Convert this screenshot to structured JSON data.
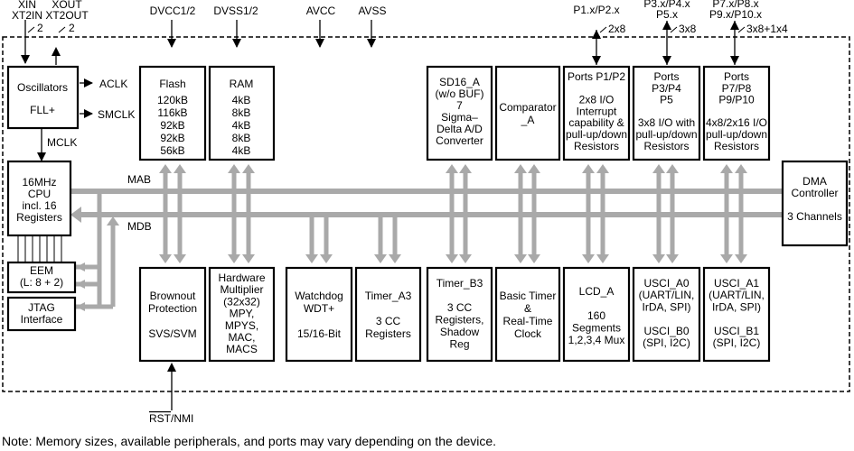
{
  "top_pins": {
    "xin": "XIN",
    "xt2in": "XT2IN",
    "xout": "XOUT",
    "xt2out": "XT2OUT",
    "xin_count": "2",
    "xout_count": "2",
    "dvcc": "DVCC1/2",
    "dvss": "DVSS1/2",
    "avcc": "AVCC",
    "avss": "AVSS",
    "p1p2": "P1.x/P2.x",
    "p1p2_count": "2x8",
    "p3p5_line1": "P3.x/P4.x",
    "p3p5_line2": "P5.x",
    "p3p5_count": "3x8",
    "p7p10_line1": "P7.x/P8.x",
    "p7p10_line2": "P9.x/P10.x",
    "p7p10_count": "3x8+1x4"
  },
  "signals": {
    "aclk": "ACLK",
    "smclk": "SMCLK",
    "mclk": "MCLK",
    "mab": "MAB",
    "mdb": "MDB",
    "rst": "RST",
    "rst_suffix": "/NMI"
  },
  "blocks": {
    "oscillators": {
      "line1": "Oscillators",
      "line2": "FLL+"
    },
    "cpu": {
      "lines": [
        "16MHz",
        "CPU",
        "incl. 16",
        "Registers"
      ]
    },
    "eem": {
      "lines": [
        "EEM",
        "(L: 8 + 2)"
      ]
    },
    "jtag": {
      "lines": [
        "JTAG",
        "Interface"
      ]
    },
    "flash": {
      "title": "Flash",
      "sizes": [
        "120kB",
        "116kB",
        "92kB",
        "92kB",
        "56kB"
      ]
    },
    "ram": {
      "title": "RAM",
      "sizes": [
        "4kB",
        "8kB",
        "4kB",
        "8kB",
        "4kB"
      ]
    },
    "sd16": {
      "lines": [
        "SD16_A",
        "(w/o BUF)",
        "7",
        "Sigma–",
        "Delta A/D",
        "Converter"
      ]
    },
    "comparator": {
      "lines": [
        "Comparator",
        "_A"
      ]
    },
    "ports12": {
      "lines": [
        "Ports P1/P2",
        "",
        "2x8 I/O",
        "Interrupt",
        "capability &",
        "pull-up/down",
        "Resistors"
      ]
    },
    "ports35": {
      "lines": [
        "Ports",
        "P3/P4",
        "P5",
        "",
        "3x8 I/O with",
        "pull-up/down",
        "Resistors"
      ]
    },
    "ports710": {
      "lines": [
        "Ports",
        "P7/P8",
        "P9/P10",
        "",
        "4x8/2x16 I/O",
        "pull-up/down",
        "Resistors"
      ]
    },
    "dma": {
      "lines": [
        "DMA",
        "Controller",
        "",
        "3 Channels"
      ]
    },
    "brownout": {
      "lines": [
        "Brownout",
        "Protection",
        "",
        "SVS/SVM"
      ]
    },
    "multiplier": {
      "lines": [
        "Hardware",
        "Multiplier",
        "(32x32)",
        "MPY,",
        "MPYS,",
        "MAC,",
        "MACS"
      ]
    },
    "watchdog": {
      "lines": [
        "Watchdog",
        "WDT+",
        "",
        "15/16-Bit"
      ]
    },
    "timer_a3": {
      "lines": [
        "Timer_A3",
        "",
        "3 CC",
        "Registers"
      ]
    },
    "timer_b3": {
      "lines": [
        "Timer_B3",
        "",
        "3 CC",
        "Registers,",
        "Shadow",
        "Reg"
      ]
    },
    "basic_timer": {
      "lines": [
        "Basic Timer",
        "&",
        "Real-Time",
        "Clock"
      ]
    },
    "lcd": {
      "lines": [
        "LCD_A",
        "",
        "160",
        "Segments",
        "1,2,3,4 Mux"
      ]
    },
    "usci_a0": {
      "lines": [
        "USCI_A0",
        "(UART/LIN,",
        "IrDA, SPI)",
        "",
        "USCI_B0",
        "(SPI, I2C)"
      ]
    },
    "usci_a1": {
      "lines": [
        "USCI_A1",
        "(UART/LIN,",
        "IrDA, SPI)",
        "",
        "USCI_B1",
        "(SPI, I2C)"
      ]
    }
  },
  "note": "Note: Memory sizes, available peripherals, and ports may vary depending on the device."
}
